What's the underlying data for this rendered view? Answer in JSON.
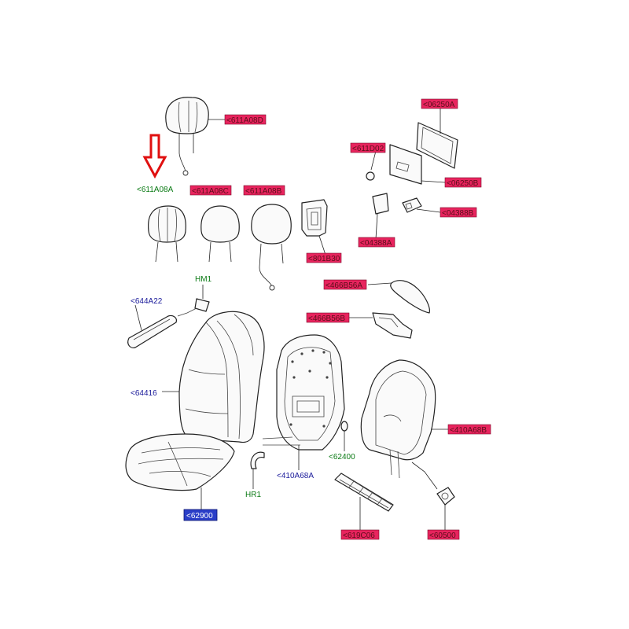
{
  "parts": {
    "p_611A08D": "<611A08D",
    "p_611A08A": "<611A08A",
    "p_611A08C": "<611A08C",
    "p_611A08B": "<611A08B",
    "p_801B30": "<801B30",
    "p_06250A": "<06250A",
    "p_611D02": "<611D02",
    "p_06250B": "<06250B",
    "p_04388A": "<04388A",
    "p_04388B": "<04388B",
    "p_466B56A": "<466B56A",
    "p_466B56B": "<466B56B",
    "p_HM1": "HM1",
    "p_644A22": "<644A22",
    "p_64416": "<64416",
    "p_410A68B": "<410A68B",
    "p_62400": "<62400",
    "p_410A68A": "<410A68A",
    "p_HR1": "HR1",
    "p_62900": "<62900",
    "p_619C06": "<619C06",
    "p_60500": "<60500"
  },
  "colors": {
    "green_label": "#0a7a14",
    "blue_label": "#1a1a9a",
    "red_box": "#e8245e",
    "blue_box": "#2a3ec8",
    "arrow": "#e01010"
  },
  "highlight": "red-down-arrow pointing to 611A08A"
}
